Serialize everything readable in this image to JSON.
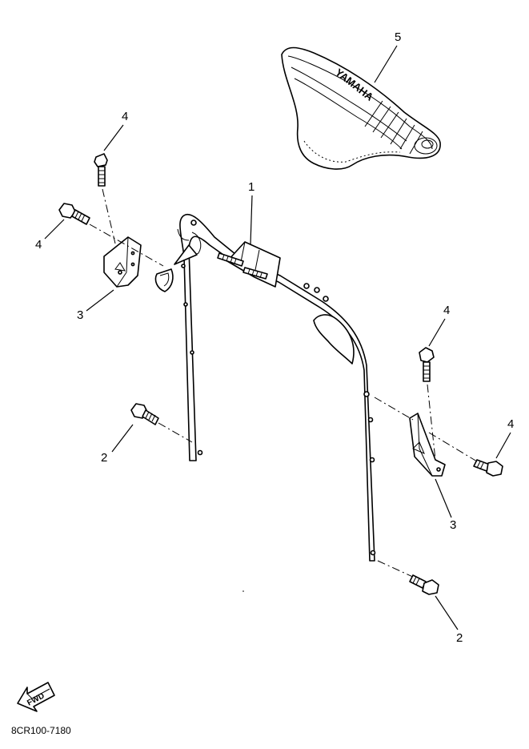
{
  "callouts": {
    "c1": "1",
    "c2a": "2",
    "c2b": "2",
    "c3a": "3",
    "c3b": "3",
    "c4a": "4",
    "c4b": "4",
    "c4c": "4",
    "c4d": "4",
    "c5": "5"
  },
  "seat_brand": "YAMAHA",
  "fwd_label": "FWD",
  "figure_code": "8CR100-7180"
}
